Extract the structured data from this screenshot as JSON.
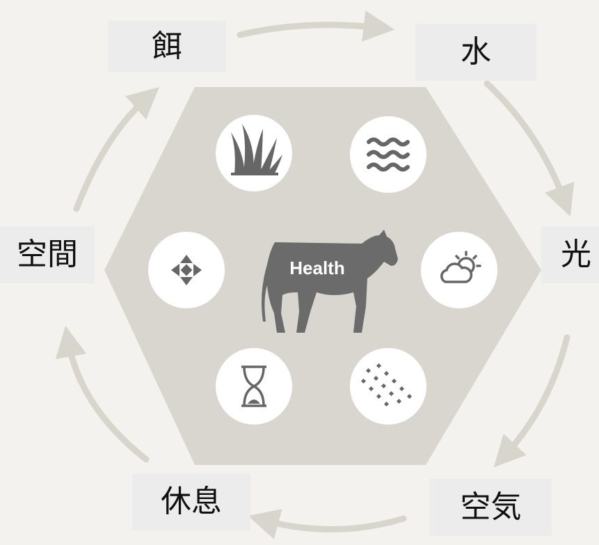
{
  "center": {
    "label": "Health"
  },
  "elements": [
    {
      "id": "feed",
      "label": "餌",
      "icon": "grass-icon"
    },
    {
      "id": "water",
      "label": "水",
      "icon": "water-waves-icon"
    },
    {
      "id": "light",
      "label": "光",
      "icon": "sun-cloud-icon"
    },
    {
      "id": "air",
      "label": "空気",
      "icon": "air-particles-icon"
    },
    {
      "id": "rest",
      "label": "休息",
      "icon": "hourglass-icon"
    },
    {
      "id": "space",
      "label": "空間",
      "icon": "move-arrows-icon"
    }
  ],
  "colors": {
    "background": "#f4f2ef",
    "hexagon": "#d9d6cf",
    "arrow": "#d8d5cc",
    "icon": "#666666",
    "label_box": "#ececec"
  }
}
